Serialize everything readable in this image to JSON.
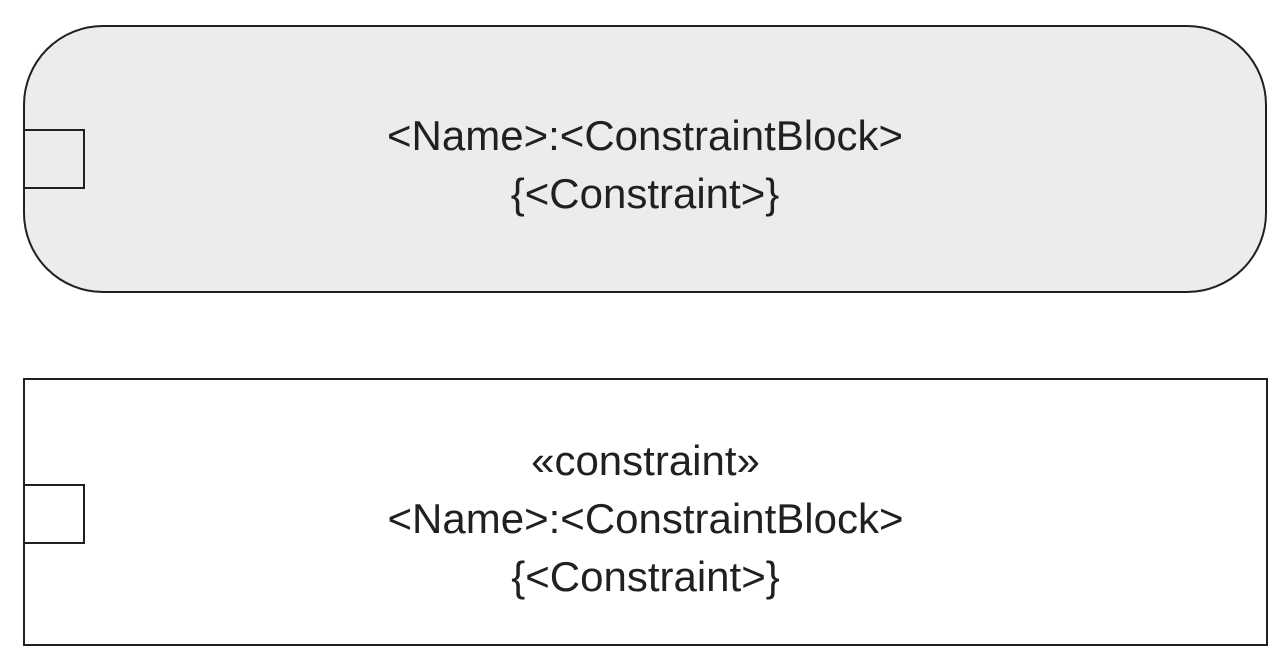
{
  "diagram": {
    "constraint_property_rounded": {
      "name_line": "<Name>:<ConstraintBlock>",
      "constraint_line": "{<Constraint>}"
    },
    "constraint_property_rectangle": {
      "stereotype": "«constraint»",
      "name_line": "<Name>:<ConstraintBlock>",
      "constraint_line": "{<Constraint>}"
    },
    "colors": {
      "outline": "#231f20",
      "rounded_fill": "#ececed",
      "rectangle_fill": "#ffffff"
    }
  }
}
